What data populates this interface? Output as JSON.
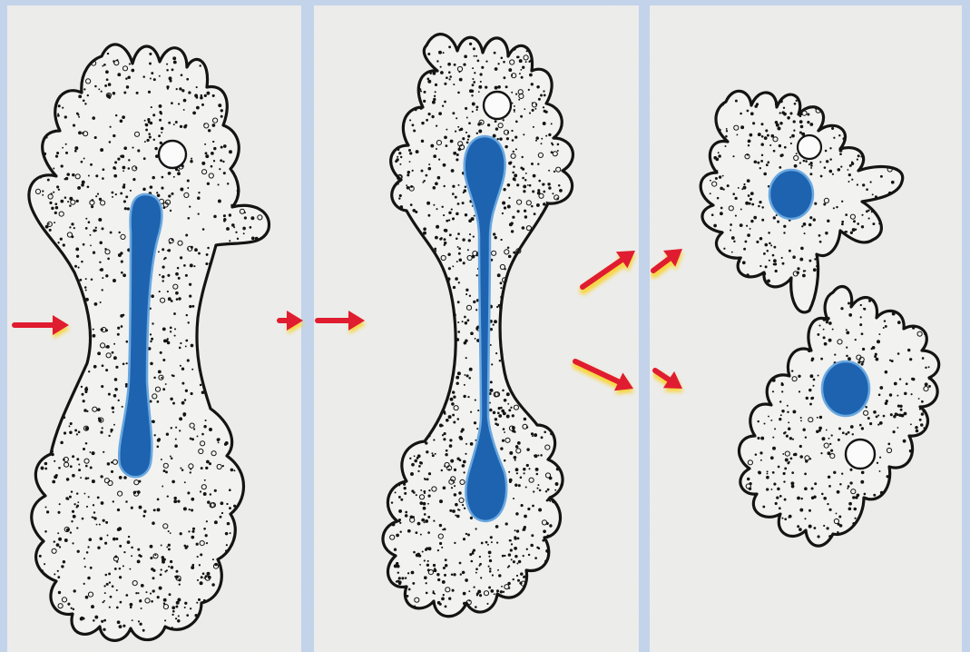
{
  "figure": {
    "panels": [
      {
        "stage": "nucleus-elongation"
      },
      {
        "stage": "nucleus-and-body-constriction"
      },
      {
        "stage": "two-daughter-cells"
      }
    ],
    "colors": {
      "frame": "#c3d3ea",
      "paper": "#eeeeed",
      "outline": "#141414",
      "nucleus": "#1d63b0",
      "nucleus_edge": "#5aa0dc",
      "arrow": "#e01c30",
      "arrow_glow": "#f7d640"
    }
  }
}
